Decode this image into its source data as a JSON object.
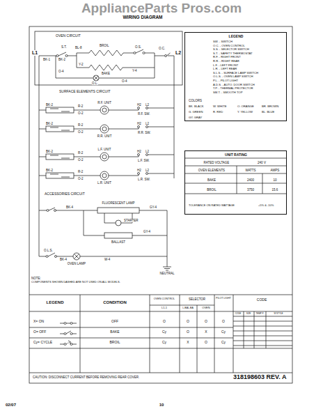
{
  "diagram": {
    "title": "WIRING DIAGRAM",
    "nodes": [
      {
        "text": [
          "LEGEND",
          "SW. - SWITCH",
          "O.C. - OVEN CONTROL",
          "S.S. - SELECTOR SWITCH",
          "S.T. - SAFETY THERMOSTAT",
          "R.F. - RIGHT FRONT",
          "R.R. - RIGHT REAR",
          "L.F. - LEFT FRONT",
          "L.R. - LEFT REAR",
          "S.L.S. - SURFACE LAMP SWITCH",
          "O.L.S. - OVEN LAMP SWITCH",
          "P.L. - PILOT LIGHT",
          "A.D.S. - AUTO. DOOR SWITCH",
          "T.P. - THERMAL PROTECTOR",
          "SM.T. - SMOOTH TOP",
          "COLORS",
          "BK. BLACK",
          "W. WHITE",
          "O. ORANGE",
          "BR. BROWN",
          "G. GREEN",
          "R. RED",
          "Y. YELLOW",
          "BL. BLUE",
          "GY. GRAY"
        ]
      },
      {
        "text": [
          "UNIT RATING",
          "RATED VOLTAGE",
          "240 V",
          "OVEN ELEMENTS",
          "WATTS",
          "AMPS",
          "BAKE",
          "2400",
          "10",
          "BROIL",
          "3750",
          "15.6",
          "TOLERANCE ON RATED WATTAGE",
          "+5% & -10%"
        ]
      }
    ],
    "labels": [
      "ApplianceParts Pros.com",
      "OVEN CIRCUIT",
      "L1",
      "L2",
      "S.T.",
      "BK-1",
      "BK-2",
      "BL-8",
      "BROIL",
      "Y-2",
      "BAKE",
      "O.S.",
      "O.C.",
      "Y-4",
      "O-4",
      "O.L.",
      "O-4",
      "SURFACE ELEMENTS CIRCUIT",
      "R.F. UNIT",
      "R.F. SW.",
      "H2",
      "L2",
      "BK-2",
      "R-2",
      "O-2",
      "R.R. UNIT",
      "R.R. SW.",
      "H2",
      "L2",
      "BK-2",
      "R-2",
      "O-2",
      "L.F. UNIT",
      "L.F. SW.",
      "H2",
      "L2",
      "BK-2",
      "R-2",
      "O-2",
      "L.R. UNIT",
      "L.R. SW.",
      "H2",
      "L2",
      "BK-2",
      "R-2",
      "O-2",
      "ACCESSORIES CIRCUIT",
      "FLUORESCENT LAMP",
      "BK-4",
      "GY-4",
      "STARTER",
      "BALLAST",
      "GY-4",
      "O.L.S.",
      "BK-4",
      "W-4",
      "OVEN LAMP",
      "NEUTRAL",
      "NOTE:",
      "COMPONENTS SHOWN DASHED ARE NOT USED ON ALL MODELS.",
      "LEGEND",
      "CONDITION",
      "OVEN CONTROL",
      "SELECTOR",
      "PILOT LIGHT",
      "CODE",
      "L1-1",
      "L-BAL-BA",
      "OVEN",
      "CODE",
      "SIZE",
      "TEMP F",
      "W STYLE",
      "X= ON",
      "OFF",
      "O",
      "O",
      "O",
      "O",
      "O= OFF",
      "BAKE",
      "Cy",
      "O",
      "X",
      "Cy",
      "Cy= CYCLE",
      "BROIL",
      "Cy",
      "X",
      "O",
      "Cy",
      "CAUTION: DISCONNECT CURRENT BEFORE REMOVING REAR COVER.",
      "318198603 REV. A",
      "02/07",
      "10"
    ]
  }
}
